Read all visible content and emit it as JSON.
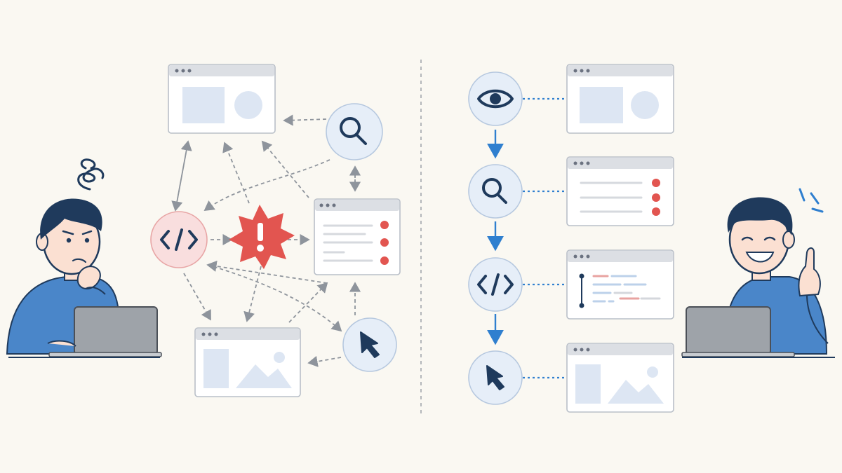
{
  "palette": {
    "background": "#faf8f2",
    "accent_blue": "#2f7fcf",
    "alert_red": "#e25550",
    "hair_navy": "#1f3a5c",
    "shirt_blue": "#4a86c9",
    "laptop_gray": "#9ea3a9"
  },
  "left_panel": {
    "theme": "chaotic workflow",
    "nodes": [
      "search-icon",
      "code-icon",
      "alert-burst-icon",
      "cursor-icon"
    ],
    "screens": [
      "media-screen",
      "list-screen",
      "image-screen"
    ]
  },
  "right_panel": {
    "theme": "ordered workflow",
    "steps": [
      "eye-icon",
      "search-icon",
      "code-icon",
      "cursor-icon"
    ],
    "screens": [
      "media-screen",
      "list-screen",
      "code-screen",
      "image-screen"
    ]
  }
}
